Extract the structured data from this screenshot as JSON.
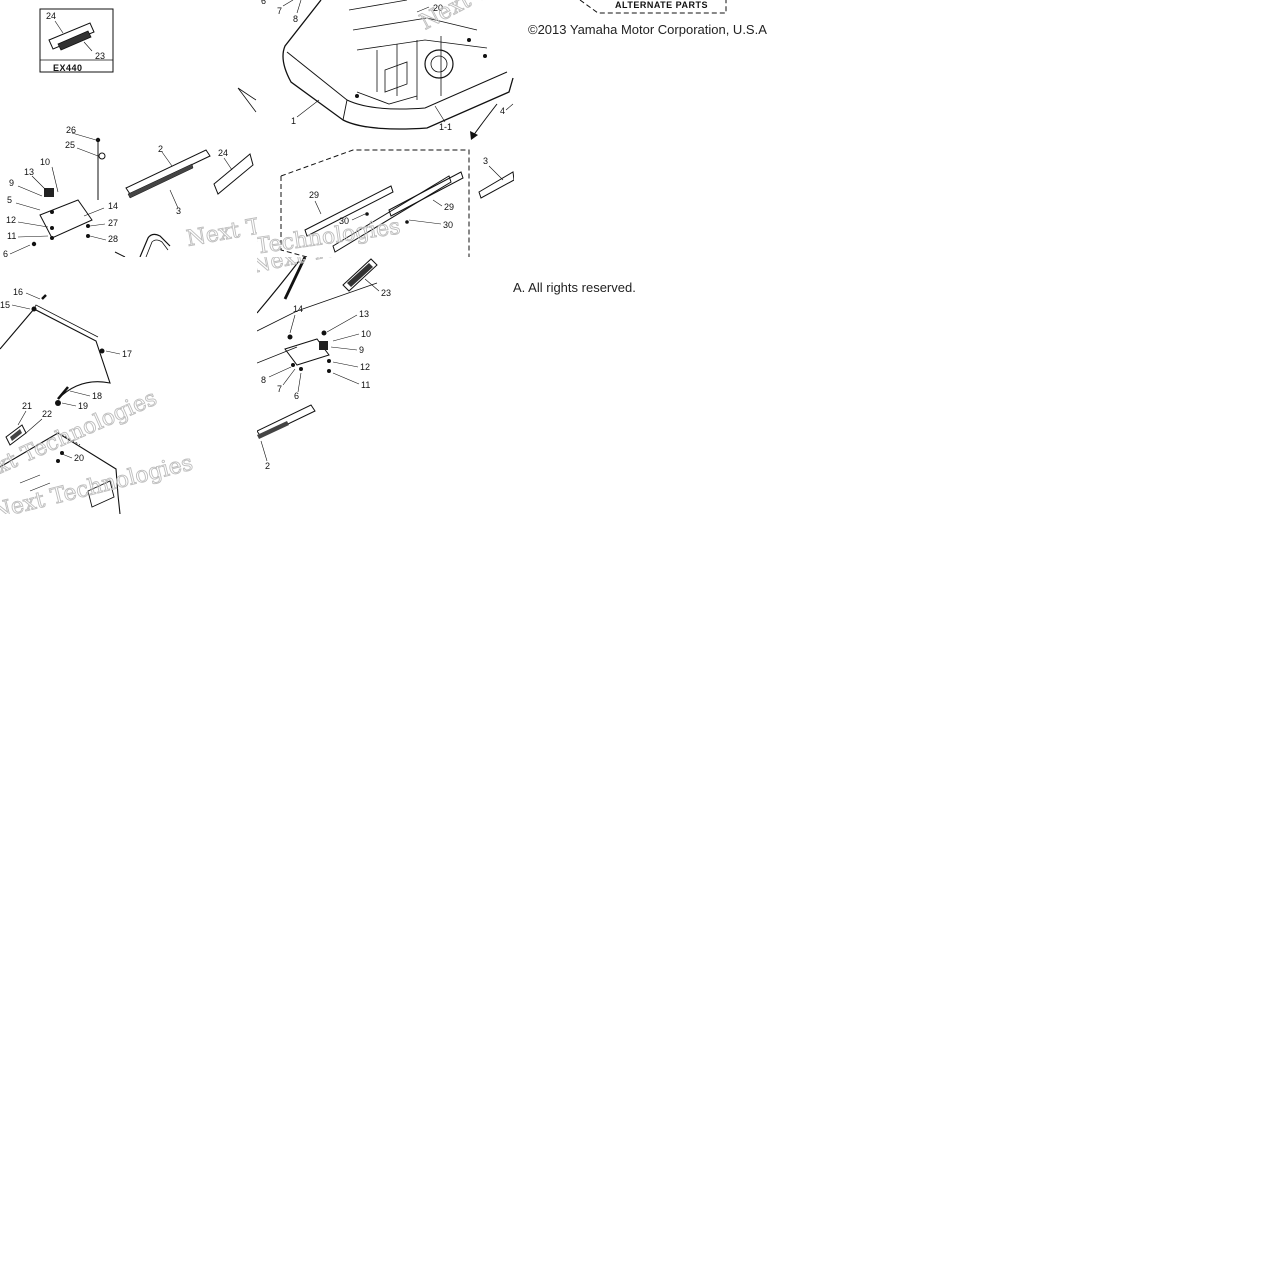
{
  "page": {
    "copyright_line_1": "©2013 Yamaha Motor Corporation, U.S.A",
    "copyright_line_2": "A. All rights reserved."
  },
  "inset": {
    "model_code": "EX440"
  },
  "alternate_parts": {
    "label": "ALTERNATE PARTS"
  },
  "watermark": {
    "text": "Next Technologies"
  },
  "callouts": {
    "top_left": [
      "24",
      "23",
      "26",
      "25",
      "10",
      "13",
      "9",
      "5",
      "12",
      "11",
      "6",
      "14",
      "27",
      "28",
      "2",
      "24",
      "3"
    ],
    "top_middle": [
      "6",
      "7",
      "8",
      "20",
      "1",
      "1-1",
      "4",
      "29",
      "30",
      "29",
      "30",
      "3"
    ],
    "bottom_left": [
      "16",
      "15",
      "17",
      "18",
      "19",
      "21",
      "22",
      "20"
    ],
    "bottom_middle": [
      "23",
      "14",
      "13",
      "10",
      "9",
      "12",
      "11",
      "8",
      "7",
      "6",
      "2"
    ]
  }
}
